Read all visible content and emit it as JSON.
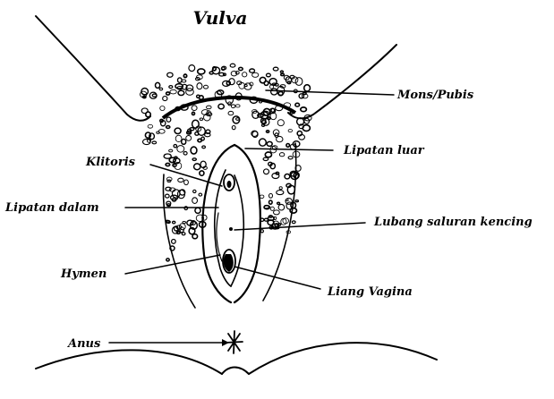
{
  "title": "Vulva",
  "labels": {
    "mons": "Mons/Pubis",
    "outer_lips": "Lipatan luar",
    "clitoris": "Klitoris",
    "inner_lips": "Lipatan dalam",
    "urethra": "Lubang saluran kencing",
    "hymen": "Hymen",
    "vagina": "Liang Vagina",
    "anus": "Anus"
  }
}
